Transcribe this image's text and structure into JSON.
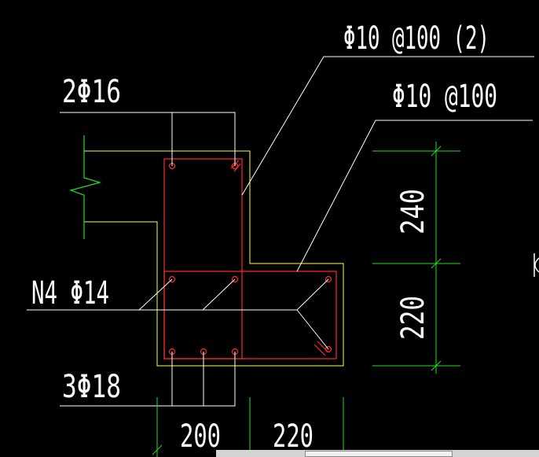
{
  "labels": {
    "stirrup_double": "Φ10 @100 (2)",
    "stirrup_single": "Φ10 @100",
    "top_bars": "2Φ16",
    "side_bars": "N4 Φ14",
    "bottom_bars": "3Φ18",
    "dim_upper": "240",
    "dim_lower": "220",
    "dim_web": "200",
    "dim_flange": "220"
  },
  "colors": {
    "background": "#000000",
    "annotation": "#ffffff",
    "concrete_outline": "#ffff33",
    "stirrup": "#ff2a2a",
    "dimension": "#22dd22"
  }
}
